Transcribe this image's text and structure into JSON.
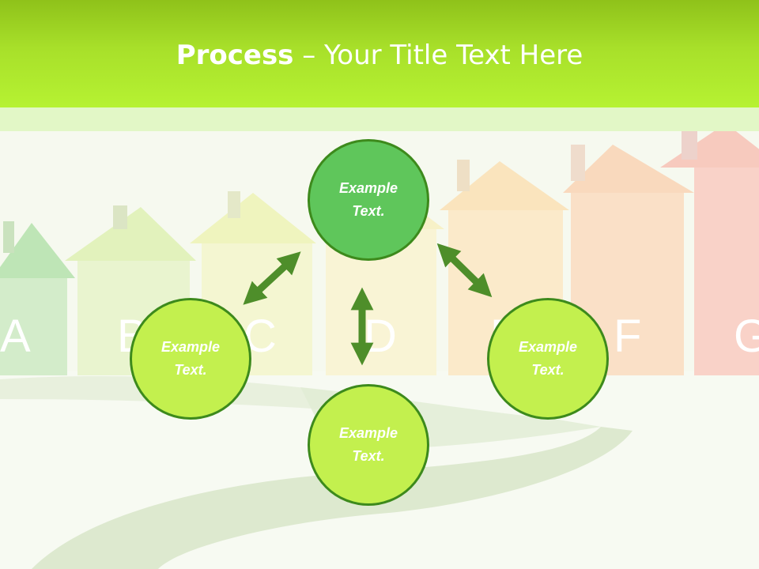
{
  "title": {
    "bold": "Process",
    "rest": " – Your Title Text Here"
  },
  "background_letters": [
    "A",
    "B",
    "C",
    "D",
    "E",
    "F",
    "G"
  ],
  "nodes": {
    "top": "Example Text.",
    "left": "Example Text.",
    "right": "Example Text.",
    "bottom": "Example Text."
  },
  "colors": {
    "title_bar": "#a8e02a",
    "node_top": "#5fc65b",
    "node_other": "#c3f04e",
    "node_border": "#3d8a1c",
    "arrow": "#4e8e2a"
  }
}
